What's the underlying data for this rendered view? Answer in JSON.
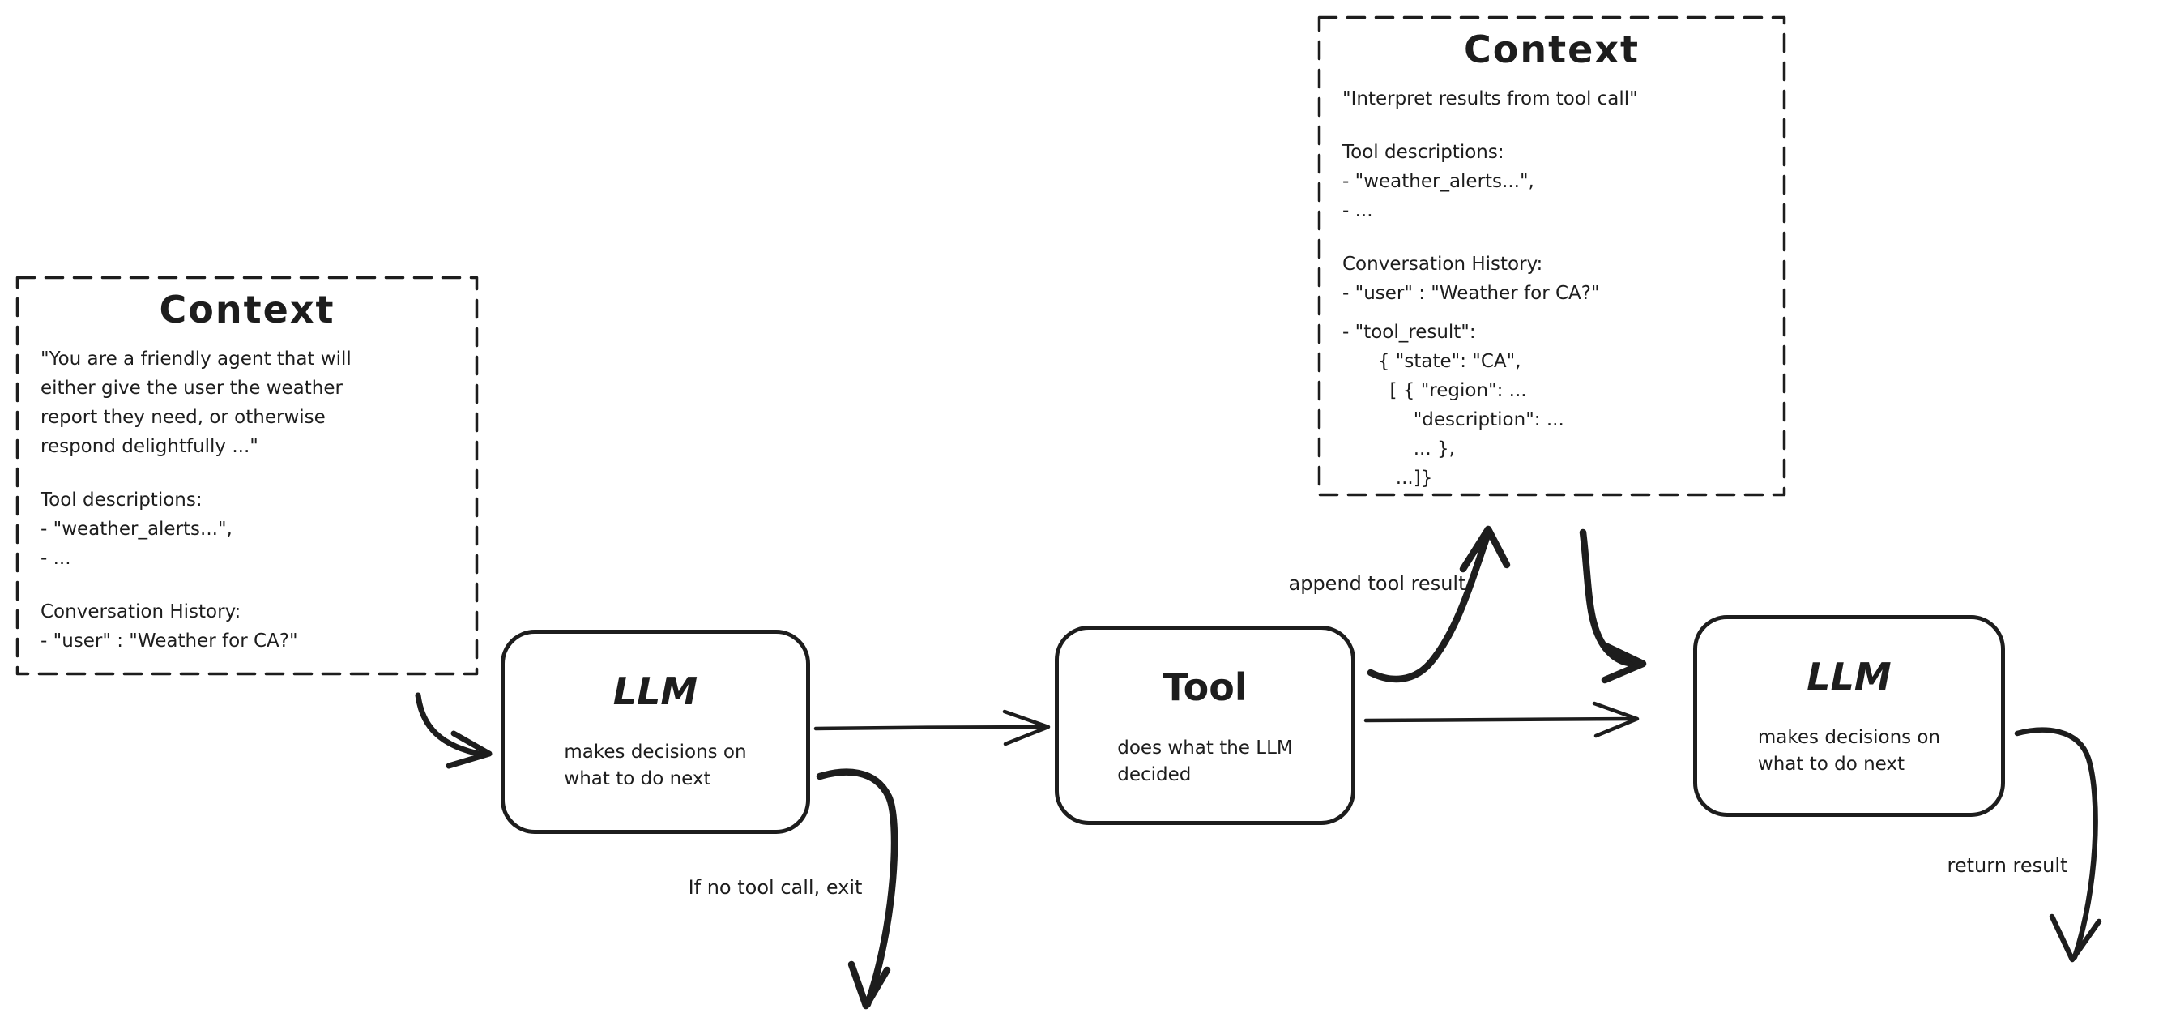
{
  "canvas": {
    "background": "#ffffff",
    "ink": "#1d1d1d"
  },
  "context_left": {
    "title": "Context",
    "system_prompt": "\"You are a friendly agent that will\neither give the user the weather\nreport they need, or otherwise\nrespond delightfully ...\"",
    "tool_descriptions_heading": "Tool descriptions:",
    "tool_descriptions": [
      "- \"weather_alerts...\",",
      "- ..."
    ],
    "history_heading": "Conversation History:",
    "history_lines": [
      "- \"user\" : \"Weather for CA?\""
    ]
  },
  "context_right": {
    "title": "Context",
    "system_prompt": "\"Interpret results from tool call\"",
    "tool_descriptions_heading": "Tool descriptions:",
    "tool_descriptions": [
      "- \"weather_alerts...\",",
      "- ..."
    ],
    "history_heading": "Conversation History:",
    "history_lines": [
      "- \"user\" : \"Weather for CA?\"",
      "- \"tool_result\":",
      "      { \"state\": \"CA\",",
      "        [ { \"region\": ...",
      "            \"description\": ...",
      "            ... },",
      "         ...]}"
    ]
  },
  "nodes": [
    {
      "title": "LLM",
      "subtitle": "makes decisions on\nwhat to do next"
    },
    {
      "title": "Tool",
      "subtitle": "does what the LLM\ndecided"
    },
    {
      "title": "LLM",
      "subtitle": "makes decisions on\nwhat to do next"
    }
  ],
  "edge_labels": {
    "append_tool_result": "append tool result",
    "if_no_tool_call_exit": "If no tool call, exit",
    "return_result": "return result"
  }
}
